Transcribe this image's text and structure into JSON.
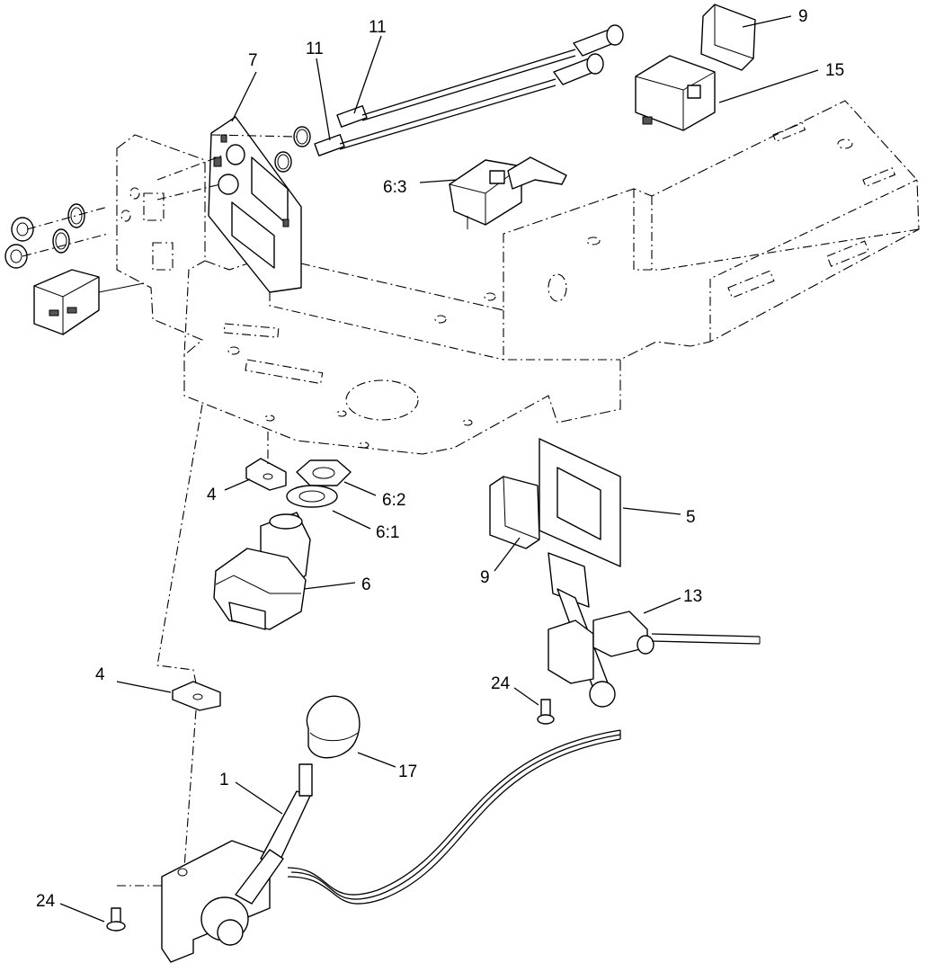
{
  "callouts": [
    {
      "id": "c1",
      "text": "1"
    },
    {
      "id": "c4a",
      "text": "4"
    },
    {
      "id": "c4b",
      "text": "4"
    },
    {
      "id": "c5",
      "text": "5"
    },
    {
      "id": "c6",
      "text": "6"
    },
    {
      "id": "c61",
      "text": "6:1"
    },
    {
      "id": "c62",
      "text": "6:2"
    },
    {
      "id": "c63",
      "text": "6:3"
    },
    {
      "id": "c7",
      "text": "7"
    },
    {
      "id": "c9a",
      "text": "9"
    },
    {
      "id": "c9b",
      "text": "9"
    },
    {
      "id": "c11a",
      "text": "11"
    },
    {
      "id": "c11b",
      "text": "11"
    },
    {
      "id": "c13",
      "text": "13"
    },
    {
      "id": "c15",
      "text": "15"
    },
    {
      "id": "c17",
      "text": "17"
    },
    {
      "id": "c24a",
      "text": "24"
    },
    {
      "id": "c24b",
      "text": "24"
    }
  ]
}
